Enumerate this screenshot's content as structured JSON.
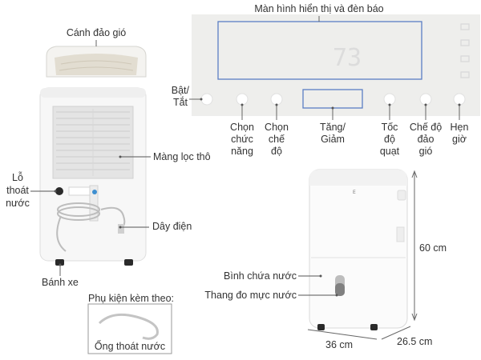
{
  "labels": {
    "display": "Màn hình hiển thị và đèn báo",
    "flap": "Cánh đảo gió",
    "power_1": "Bật/",
    "power_2": "Tắt",
    "function_1": "Chọn",
    "function_2": "chức",
    "function_3": "năng",
    "mode_1": "Chọn",
    "mode_2": "chế",
    "mode_3": "độ",
    "updown_1": "Tăng/",
    "updown_2": "Giảm",
    "fan_1": "Tốc",
    "fan_2": "độ",
    "fan_3": "quạt",
    "swing_1": "Chế độ",
    "swing_2": "đảo",
    "swing_3": "gió",
    "timer_1": "Hẹn",
    "timer_2": "giờ",
    "filter": "Màng lọc thô",
    "drain_1": "Lỗ",
    "drain_2": "thoát",
    "drain_3": "nước",
    "cable": "Dây điện",
    "wheels": "Bánh xe",
    "accessories": "Phụ kiện kèm theo:",
    "hose": "Ống thoát nước",
    "tank": "Bình chứa nước",
    "gauge": "Thang đo mực nước",
    "height": "60 cm",
    "width": "36 cm",
    "depth": "26.5 cm",
    "display_digits": "73"
  }
}
